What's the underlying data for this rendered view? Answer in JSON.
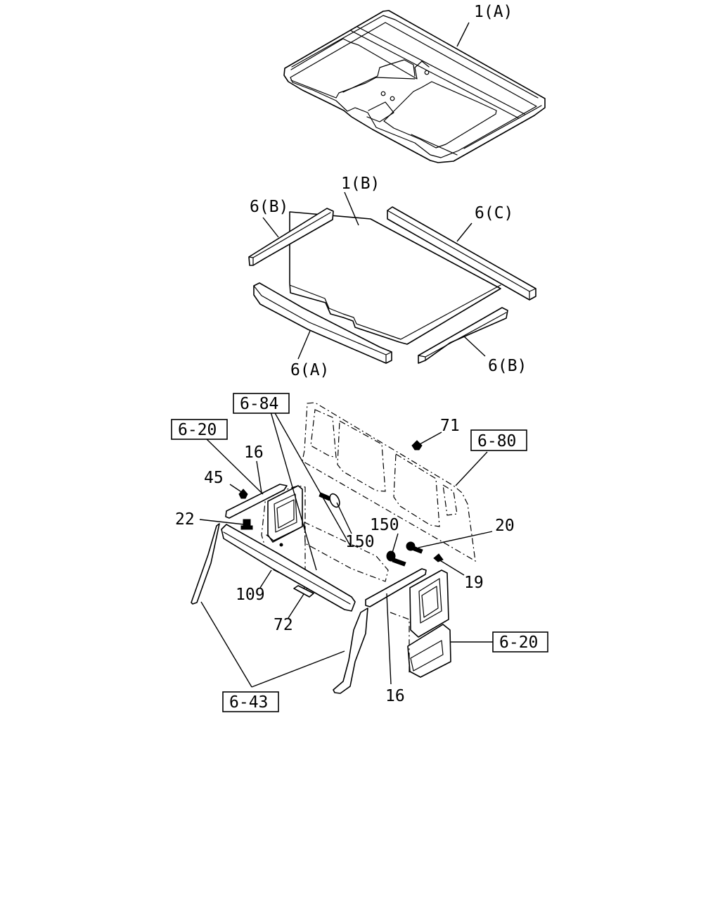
{
  "diagram": {
    "parts": {
      "p1a": "1(A)",
      "p1b": "1(B)",
      "p6b_left": "6(B)",
      "p6c": "6(C)",
      "p6a": "6(A)",
      "p6b_right": "6(B)",
      "p71": "71",
      "p45": "45",
      "p16_upper": "16",
      "p22": "22",
      "p150_left": "150",
      "p150_right": "150",
      "p20": "20",
      "p19": "19",
      "p109": "109",
      "p72": "72",
      "p16_lower": "16"
    },
    "refs": {
      "r684": "6-84",
      "r620_left": "6-20",
      "r680": "6-80",
      "r620_right": "6-20",
      "r643": "6-43"
    }
  }
}
